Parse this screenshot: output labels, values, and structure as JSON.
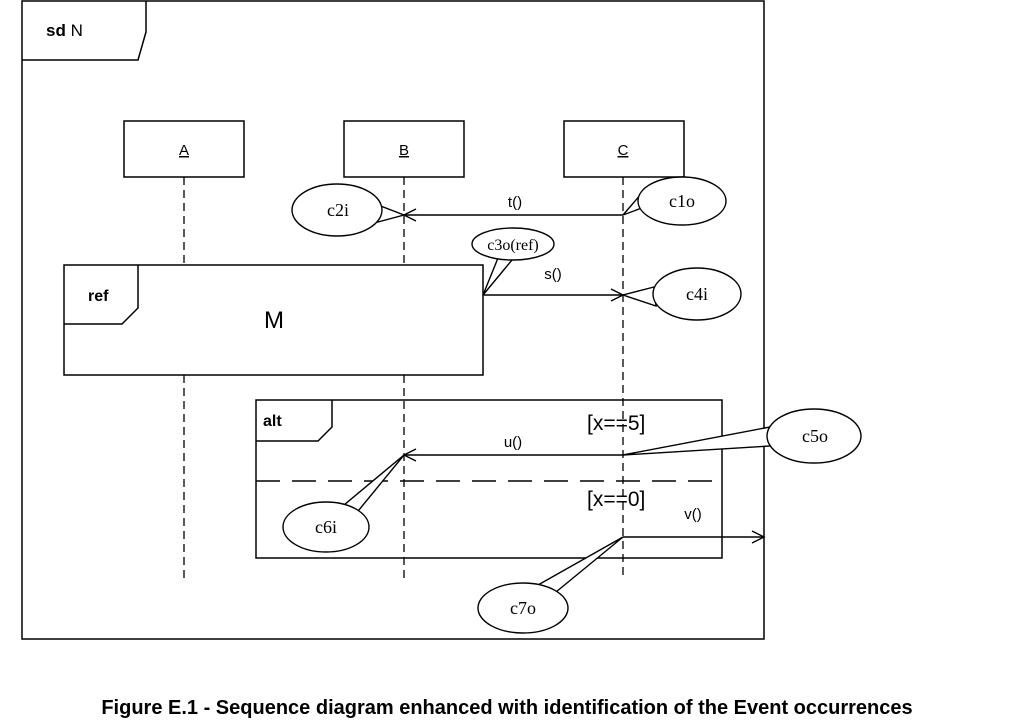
{
  "frame": {
    "keyword": "sd",
    "name": "N"
  },
  "lifelines": [
    {
      "id": "A",
      "label": "A"
    },
    {
      "id": "B",
      "label": "B"
    },
    {
      "id": "C",
      "label": "C"
    }
  ],
  "messages": {
    "t": "t()",
    "s": "s()",
    "u": "u()",
    "v": "v()"
  },
  "ref_fragment": {
    "keyword": "ref",
    "name": "M"
  },
  "alt_fragment": {
    "keyword": "alt",
    "guard1": "[x==5]",
    "guard2": "[x==0]"
  },
  "callouts": {
    "c1o": "c1o",
    "c2i": "c2i",
    "c3o": "c3o(ref)",
    "c4i": "c4i",
    "c5o": "c5o",
    "c6i": "c6i",
    "c7o": "c7o"
  },
  "caption": "Figure E.1 - Sequence diagram enhanced with identification of the Event occurrences"
}
